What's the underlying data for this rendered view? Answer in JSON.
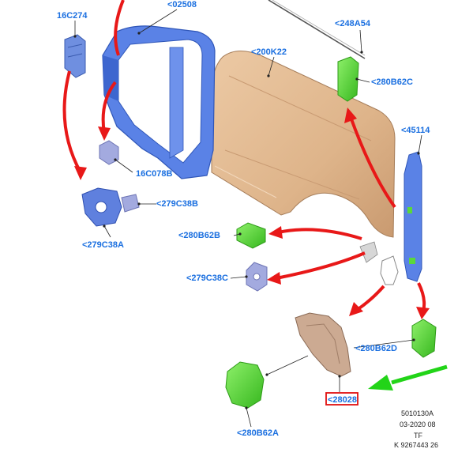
{
  "diagram": {
    "part_labels": {
      "p16c274": "16C274",
      "p02508": "<02508",
      "p248a54": "<248A54",
      "p200k22": "<200K22",
      "p280b62c": "<280B62C",
      "p45114": "<45114",
      "p16c078b": "16C078B",
      "p279c38b": "<279C38B",
      "p279c38a": "<279C38A",
      "p280b62b": "<280B62B",
      "p279c38c": "<279C38C",
      "p280b62d": "<280B62D",
      "p28028": "<28028",
      "p280b62a": "<280B62A"
    },
    "highlighted_part": "p28028",
    "meta": {
      "figure_number": "5010130A",
      "date": "03-2020 08",
      "code": "TF",
      "ref": "K 9267443 26"
    },
    "colors": {
      "label": "#1a6fe0",
      "highlight_box": "#e01010",
      "arrow_red": "#e81818",
      "arrow_green": "#22d418",
      "panel_tan": "#e0b890",
      "frame_blue": "#4a74e0",
      "part_green": "#5ad83a",
      "part_lilac": "#9ea6dc",
      "bracket_brown": "#c9a088"
    }
  }
}
